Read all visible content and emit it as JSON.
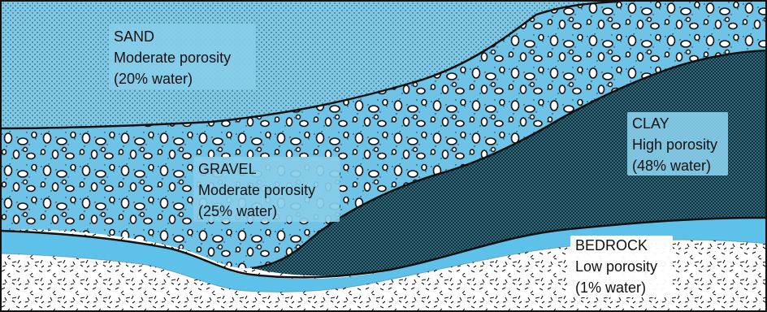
{
  "layers": {
    "sand": {
      "name": "SAND",
      "porosity": "Moderate porosity",
      "water": "(20% water)"
    },
    "gravel": {
      "name": "GRAVEL",
      "porosity": "Moderate porosity",
      "water": "(25% water)"
    },
    "clay": {
      "name": "CLAY",
      "porosity": "High porosity",
      "water": "(48% water)"
    },
    "bedrock": {
      "name": "BEDROCK",
      "porosity": "Low porosity",
      "water": "(1% water)"
    }
  },
  "colors": {
    "water_blue": "#5ec1ea",
    "sand_blue": "#7fc9e6",
    "clay_dark": "#1f4f63",
    "outline": "#111111",
    "bedrock_bg": "#ffffff"
  }
}
